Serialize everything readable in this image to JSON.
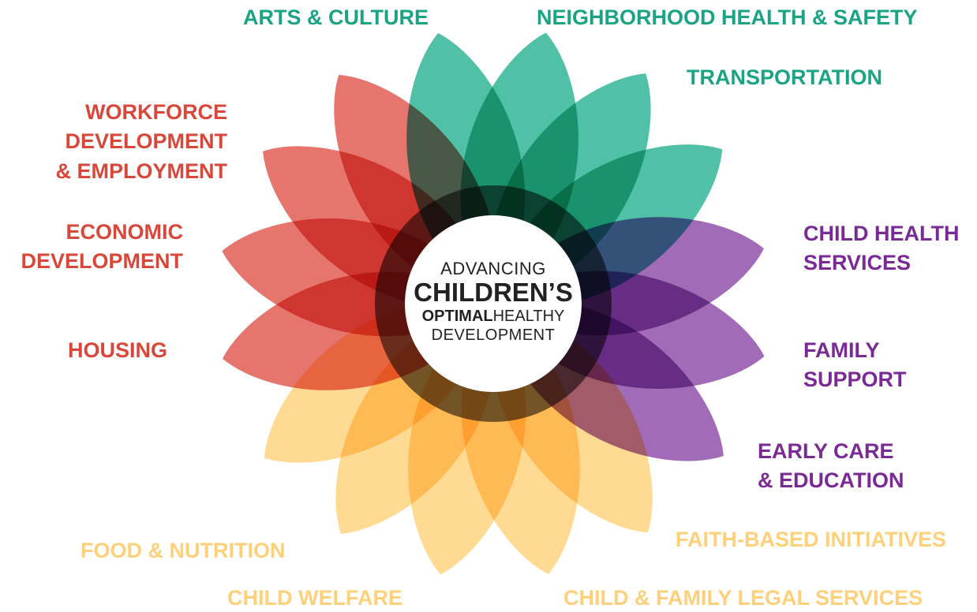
{
  "center": {
    "line1": "ADVANCING",
    "line2": "CHILDREN’S",
    "line3_bold": "OPTIMAL",
    "line3_rest": "HEALTHY",
    "line4": "DEVELOPMENT"
  },
  "labels": {
    "arts_culture": "ARTS & CULTURE",
    "neighborhood": "NEIGHBORHOOD HEALTH & SAFETY",
    "transportation": "TRANSPORTATION",
    "workforce_1": "WORKFORCE",
    "workforce_2": "DEVELOPMENT",
    "workforce_3": "& EMPLOYMENT",
    "economic_1": "ECONOMIC",
    "economic_2": "DEVELOPMENT",
    "housing": "HOUSING",
    "child_health_1": "CHILD HEALTH",
    "child_health_2": "SERVICES",
    "family_support_1": "FAMILY",
    "family_support_2": "SUPPORT",
    "early_care_1": "EARLY CARE",
    "early_care_2": "& EDUCATION",
    "food_nutrition": "FOOD & NUTRITION",
    "faith_based": "FAITH-BASED INITIATIVES",
    "child_welfare": "CHILD WELFARE",
    "legal_services": "CHILD & FAMILY LEGAL SERVICES"
  },
  "colors": {
    "green": "#1aa384",
    "red": "#d9473b",
    "purple": "#7a2a95",
    "yellow": "#ffd07a"
  },
  "petals": [
    {
      "color": "#2ab394"
    },
    {
      "color": "#2ab394"
    },
    {
      "color": "#2ab394"
    },
    {
      "color": "#8e4aa8"
    },
    {
      "color": "#8e4aa8"
    },
    {
      "color": "#8e4aa8"
    },
    {
      "color": "#ffd27a"
    },
    {
      "color": "#ffd27a"
    },
    {
      "color": "#ffd27a"
    },
    {
      "color": "#ffd27a"
    },
    {
      "color": "#ffd27a"
    },
    {
      "color": "#e0574d"
    },
    {
      "color": "#e0574d"
    },
    {
      "color": "#e0574d"
    },
    {
      "color": "#e0574d"
    },
    {
      "color": "#2ab394"
    }
  ]
}
